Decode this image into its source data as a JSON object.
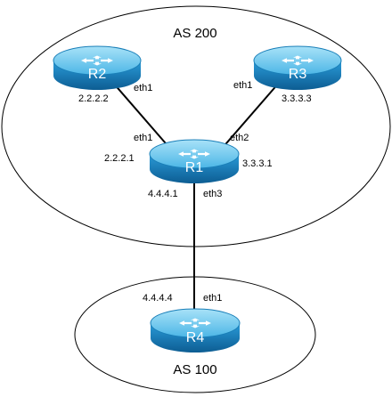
{
  "autonomous_systems": {
    "as200": "AS 200",
    "as100": "AS 100"
  },
  "routers": {
    "r1": {
      "name": "R1"
    },
    "r2": {
      "name": "R2",
      "ip": "2.2.2.2",
      "iface": "eth1"
    },
    "r3": {
      "name": "R3",
      "ip": "3.3.3.3",
      "iface": "eth1"
    },
    "r4": {
      "name": "R4",
      "ip": "4.4.4.4",
      "iface": "eth1"
    }
  },
  "r1_interfaces": {
    "to_r2": {
      "iface": "eth1",
      "ip": "2.2.2.1"
    },
    "to_r3": {
      "iface": "eth2",
      "ip": "3.3.3.1"
    },
    "to_r4": {
      "iface": "eth3",
      "ip": "4.4.4.1"
    }
  },
  "colors": {
    "router_top": "#7fd0f0",
    "router_body": "#1f8fcc",
    "router_dark": "#0f5f94",
    "line": "#000000"
  }
}
